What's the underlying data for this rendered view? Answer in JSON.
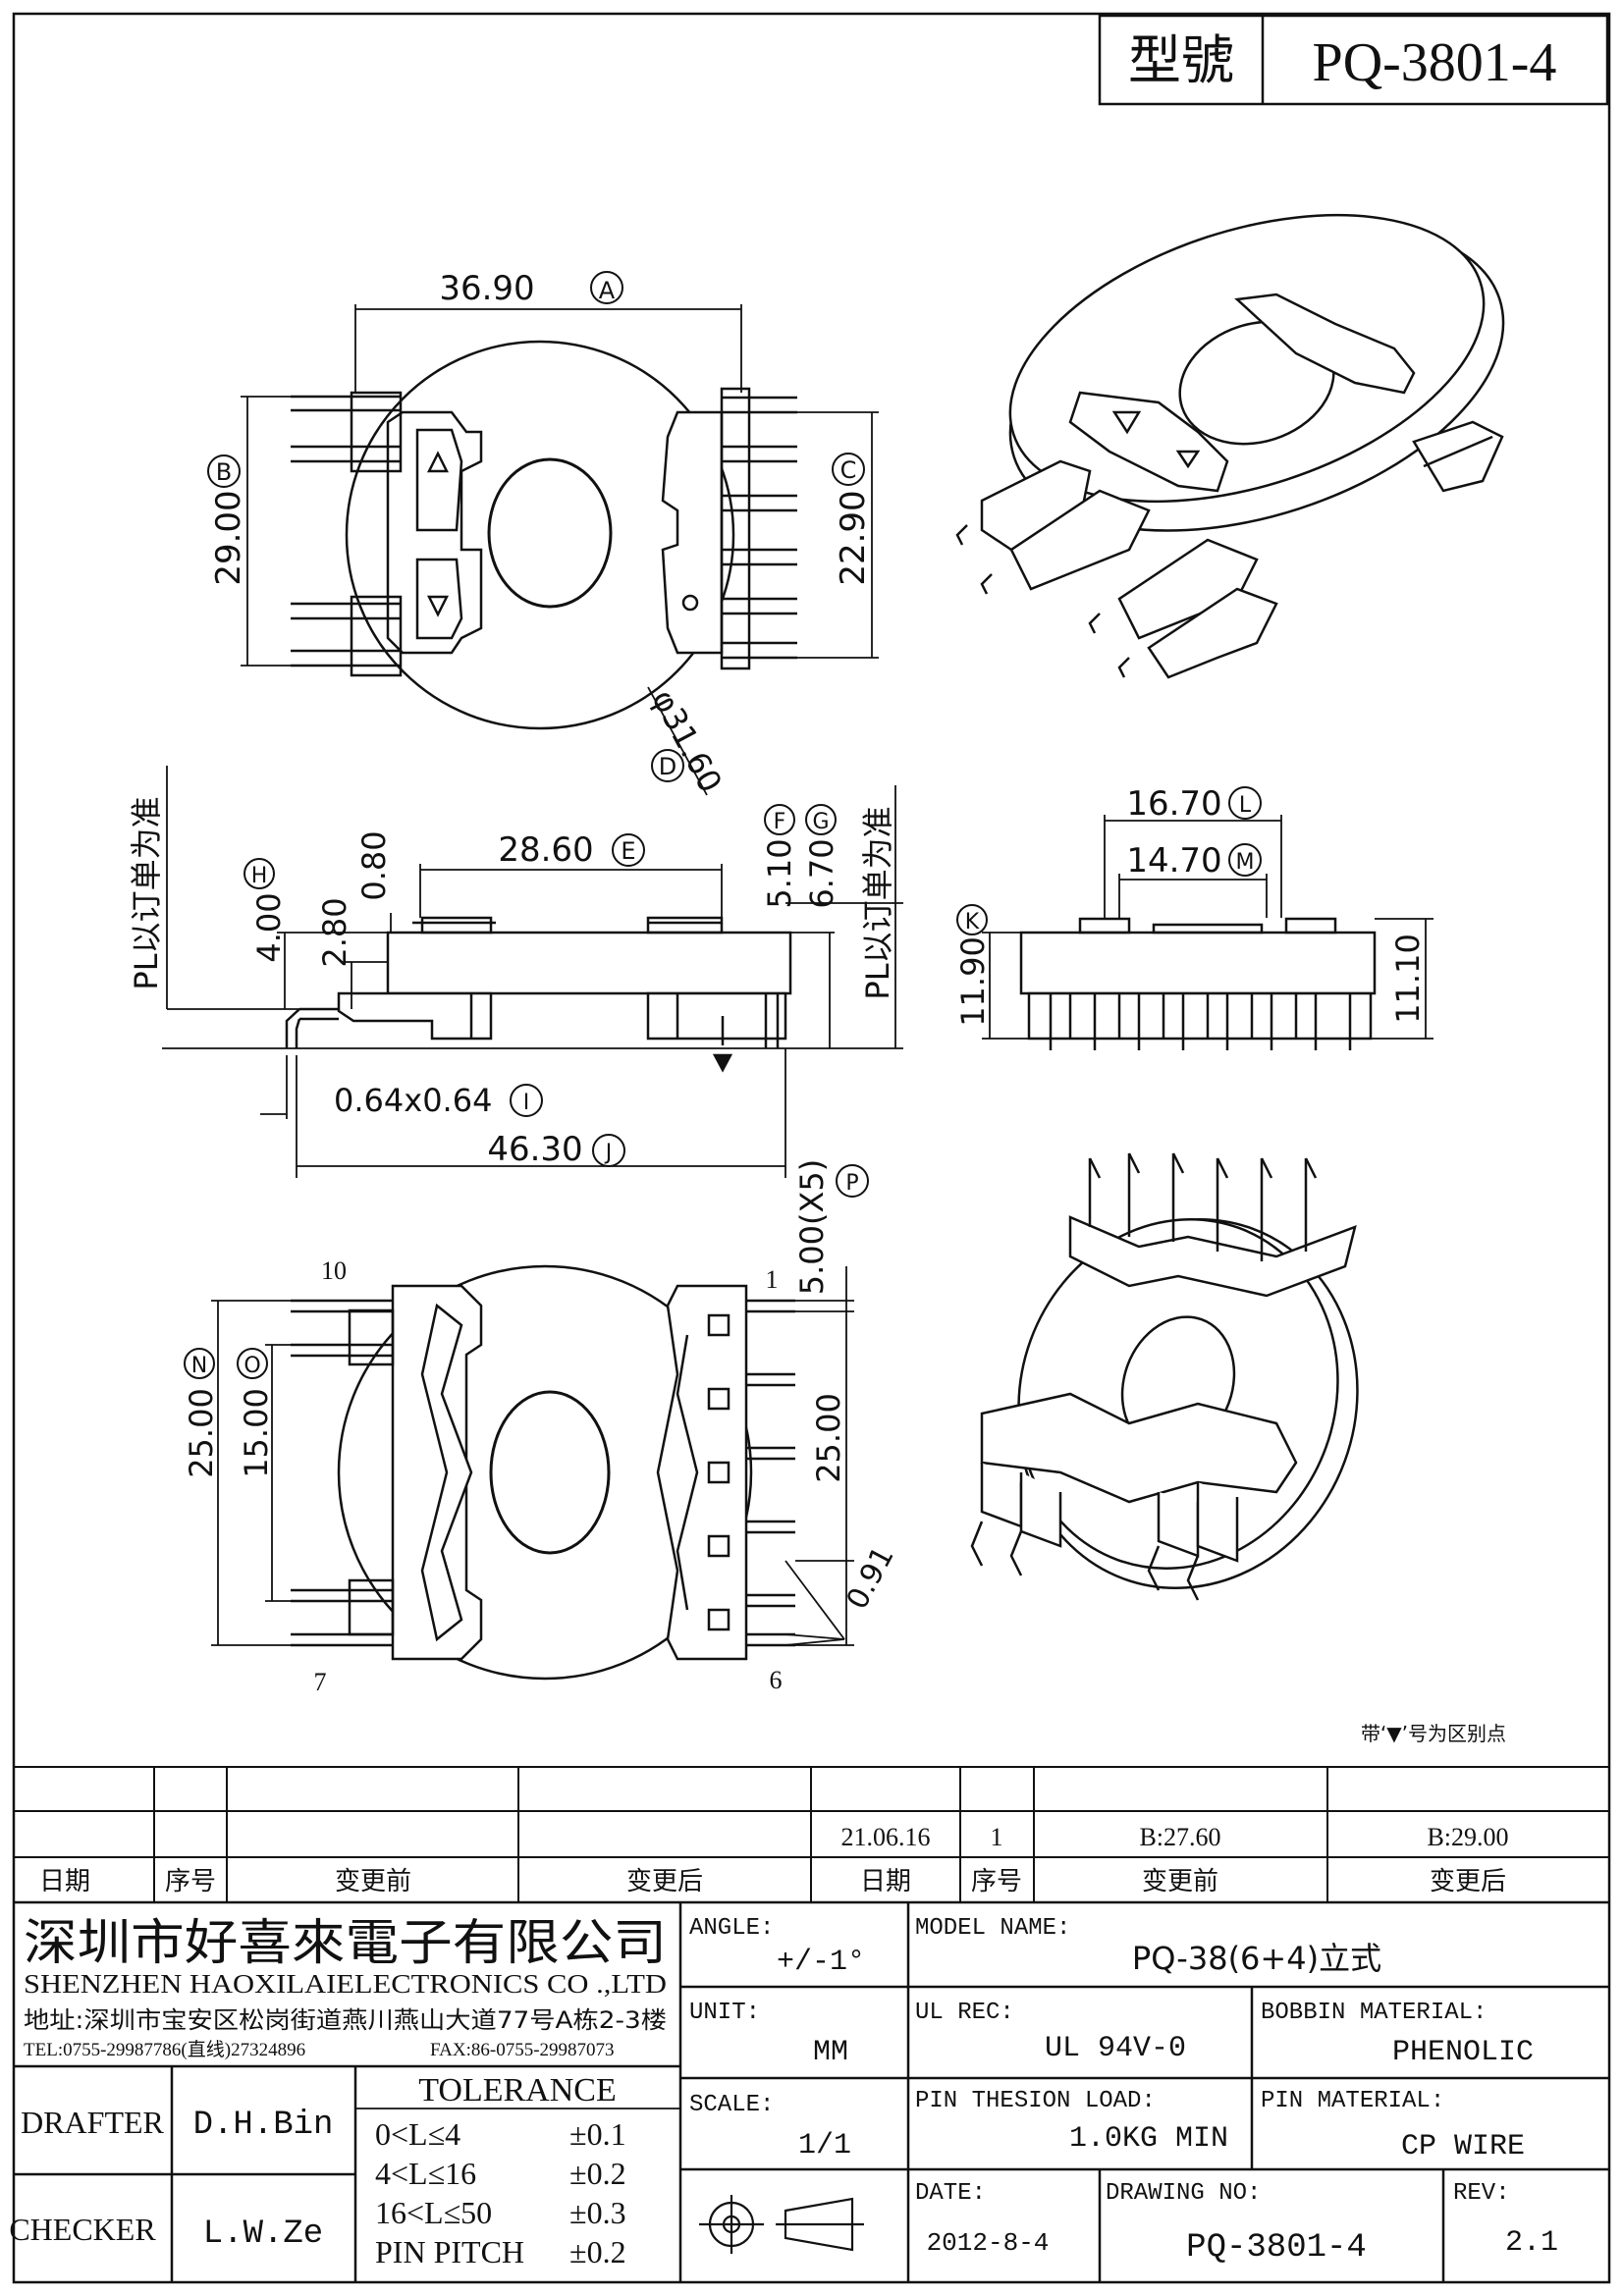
{
  "header": {
    "model_label": "型號",
    "model_no": "PQ-3801-4"
  },
  "top_view": {
    "dim_a": "36.90",
    "tag_a": "A",
    "dim_b": "29.00",
    "tag_b": "B",
    "dim_c": "22.90",
    "tag_c": "C",
    "dim_d": "φ31.60",
    "tag_d": "D"
  },
  "side_view": {
    "dim_e": "28.60",
    "tag_e": "E",
    "dim_f": "5.10",
    "tag_f": "F",
    "dim_g": "6.70",
    "tag_g": "G",
    "dim_h": "4.00",
    "tag_h": "H",
    "dim_280": "2.80",
    "dim_080": "0.80",
    "dim_i": "0.64x0.64",
    "tag_i": "I",
    "dim_j": "46.30",
    "tag_j": "J",
    "pl_note_left": "PL以订单为准",
    "pl_note_right": "PL以订单为准"
  },
  "end_view": {
    "dim_l": "16.70",
    "tag_l": "L",
    "dim_m": "14.70",
    "tag_m": "M",
    "dim_k": "11.90",
    "tag_k": "K",
    "dim_1110": "11.10"
  },
  "bottom_view": {
    "pin_10": "10",
    "pin_1": "1",
    "pin_7": "7",
    "pin_6": "6",
    "dim_p": "5.00(X5)",
    "tag_p": "P",
    "dim_n": "25.00",
    "tag_n": "N",
    "dim_o": "15.00",
    "tag_o": "O",
    "dim_2500": "25.00",
    "dim_091": "0.91"
  },
  "note": "带‘▼’号为区别点",
  "revision_table": {
    "row1": [
      "",
      "",
      "",
      "",
      "",
      "",
      "",
      ""
    ],
    "row2": [
      "",
      "",
      "",
      "",
      "21.06.16",
      "1",
      "B:27.60",
      "B:29.00"
    ],
    "headers": [
      "日期",
      "序号",
      "变更前",
      "变更后",
      "日期",
      "序号",
      "变更前",
      "变更后"
    ]
  },
  "company": {
    "name_cn": "深圳市好喜來電子有限公司",
    "name_en": "SHENZHEN HAOXILAIELECTRONICS CO .,LTD",
    "address": "地址:深圳市宝安区松岗街道燕川燕山大道77号A栋2-3楼",
    "tel": "TEL:0755-29987786(直线)27324896",
    "fax": "FAX:86-0755-29987073"
  },
  "title_block": {
    "angle_label": "ANGLE:",
    "angle_value": "+/-1°",
    "model_name_label": "MODEL NAME:",
    "model_name_value": "PQ-38(6+4)立式",
    "unit_label": "UNIT:",
    "unit_value": "MM",
    "ul_label": "UL REC:",
    "ul_value": "UL 94V-0",
    "bobbin_label": "BOBBIN MATERIAL:",
    "bobbin_value": "PHENOLIC",
    "scale_label": "SCALE:",
    "scale_value": "1/1",
    "pin_load_label": "PIN THESION LOAD:",
    "pin_load_value": "1.0KG MIN",
    "pin_material_label": "PIN MATERIAL:",
    "pin_material_value": "CP  WIRE",
    "date_label": "DATE:",
    "date_value": "2012-8-4",
    "drawing_no_label": "DRAWING NO:",
    "drawing_no_value": "PQ-3801-4",
    "rev_label": "REV:",
    "rev_value": "2.1",
    "drafter_label": "DRAFTER",
    "drafter_value": "D.H.Bin",
    "checker_label": "CHECKER",
    "checker_value": "L.W.Ze",
    "tolerance_title": "TOLERANCE",
    "tolerance_rows": [
      {
        "range": "0<L≤4",
        "value": "±0.1"
      },
      {
        "range": "4<L≤16",
        "value": "±0.2"
      },
      {
        "range": "16<L≤50",
        "value": "±0.3"
      },
      {
        "range": "PIN PITCH",
        "value": "±0.2"
      }
    ]
  }
}
